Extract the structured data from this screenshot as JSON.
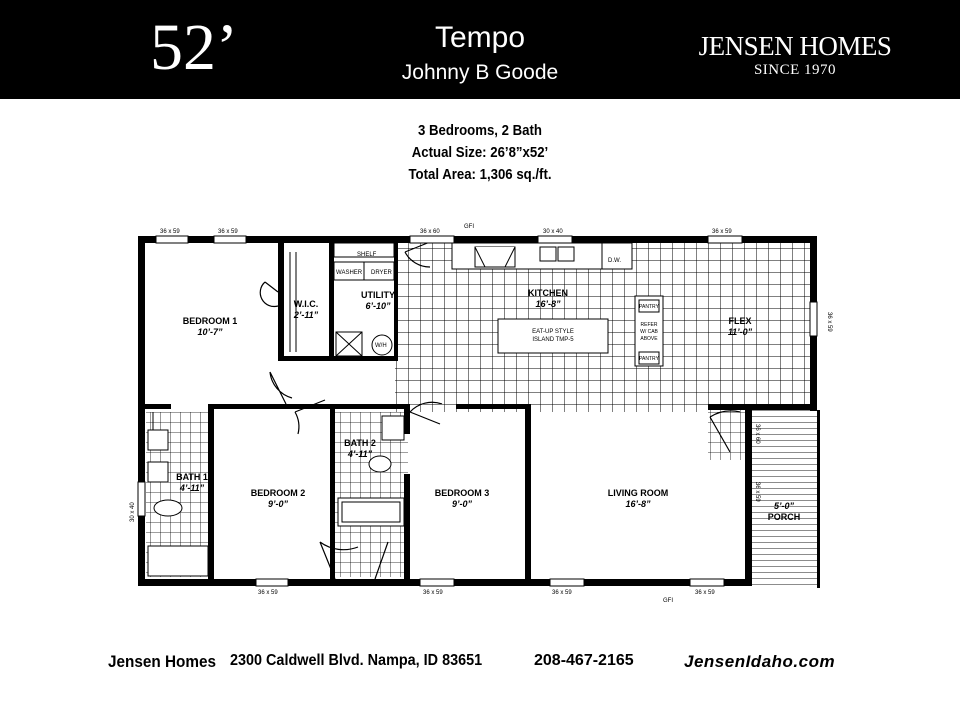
{
  "header": {
    "size": "52’",
    "model_name": "Tempo",
    "series": "Johnny B Goode",
    "brand_name": "JENSEN HOMES",
    "brand_since": "SINCE 1970"
  },
  "specs": {
    "bed_bath": "3 Bedrooms, 2 Bath",
    "actual_size": "Actual Size: 26’8”x52’",
    "total_area": "Total Area: 1,306 sq./ft."
  },
  "plan": {
    "rooms": {
      "bedroom1": {
        "name": "BEDROOM 1",
        "dim": "10’-7”"
      },
      "wic": {
        "name": "W.I.C.",
        "dim": "2’-11”"
      },
      "utility": {
        "name": "UTILITY",
        "dim": "6’-10”"
      },
      "shelf": "SHELF",
      "washer": "WASHER",
      "dryer": "DRYER",
      "wh": "W/H",
      "kitchen": {
        "name": "KITCHEN",
        "dim": "16’-8”"
      },
      "island_1": "EAT-UP STYLE",
      "island_2": "ISLAND TMP-5",
      "pantry_top": "PANTRY",
      "refer_1": "REFER",
      "refer_2": "W/ CAB",
      "refer_3": "ABOVE",
      "pantry_bottom": "PANTRY",
      "dw": "D.W.",
      "flex": {
        "name": "FLEX",
        "dim": "11’-0”"
      },
      "bath1": {
        "name": "BATH 1",
        "dim": "4’-11”"
      },
      "bedroom2": {
        "name": "BEDROOM 2",
        "dim": "9’-0”"
      },
      "bath2": {
        "name": "BATH 2",
        "dim": "4’-11”"
      },
      "bedroom3": {
        "name": "BEDROOM 3",
        "dim": "9’-0”"
      },
      "living": {
        "name": "LIVING ROOM",
        "dim": "16’-8”"
      },
      "porch": {
        "name": "PORCH",
        "dim": "5’-0”"
      }
    },
    "windows": {
      "top_1": "36 x 59",
      "top_2": "36 x 59",
      "top_3": "36 x 60",
      "top_4": "30 x 40",
      "top_5": "36 x 59",
      "gfi_top": "GFI",
      "right_1": "36 x 59",
      "right_2": "36 x 60",
      "right_3": "36 x 59",
      "left_1": "30 x 40",
      "bottom_1": "36 x 59",
      "bottom_2": "36 x 59",
      "bottom_3": "36 x 59",
      "bottom_4": "36 x 59",
      "gfi_bottom": "GFI"
    }
  },
  "footer": {
    "company": "Jensen Homes",
    "address": "2300 Caldwell Blvd. Nampa, ID 83651",
    "phone": "208-467-2165",
    "website": "JensenIdaho.com"
  }
}
